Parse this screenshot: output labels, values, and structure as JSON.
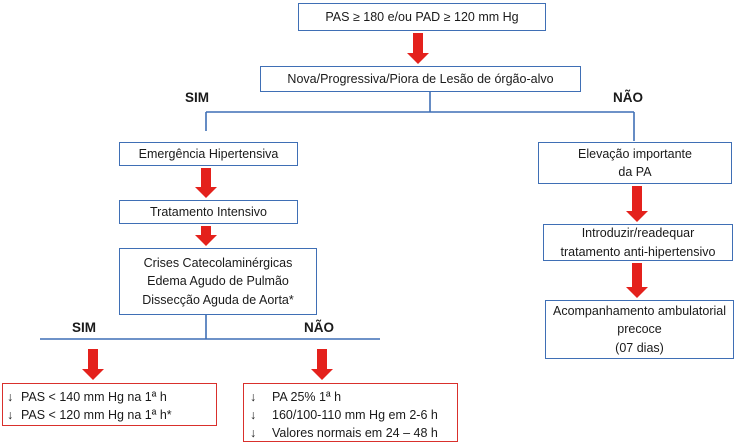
{
  "colors": {
    "box_border": "#3f6fb5",
    "result_border": "#d9302c",
    "arrow": "#e4211c"
  },
  "nodes": {
    "pressure_criteria": "PAS ≥ 180 e/ou PAD ≥ 120 mm Hg",
    "target_organ_damage": "Nova/Progressiva/Piora de Lesão de órgão-alvo",
    "hypertensive_emergency": "Emergência Hipertensiva",
    "intensive_treatment": "Tratamento Intensivo",
    "special_conditions": [
      "Crises Catecolaminérgicas",
      "Edema Agudo de Pulmão",
      "Dissecção Aguda de Aorta*"
    ],
    "important_elevation": [
      "Elevação importante",
      "da PA"
    ],
    "adjust_treatment": [
      "Introduzir/readequar",
      "tratamento anti-hipertensivo"
    ],
    "outpatient_followup": [
      "Acompanhamento ambulatorial",
      "precoce",
      "(07 dias)"
    ]
  },
  "branch_labels": {
    "top_yes": "SIM",
    "top_no": "NÃO",
    "bottom_yes": "SIM",
    "bottom_no": "NÃO"
  },
  "results": {
    "yes_glyph": "↓",
    "yes": [
      "PAS < 140 mm Hg na 1ª h",
      "PAS < 120 mm Hg na 1ª h*"
    ],
    "no_glyph": "↓",
    "no": [
      "PA 25% 1ª h",
      "160/100-110 mm Hg em 2-6 h",
      "Valores normais em 24 – 48 h"
    ]
  }
}
